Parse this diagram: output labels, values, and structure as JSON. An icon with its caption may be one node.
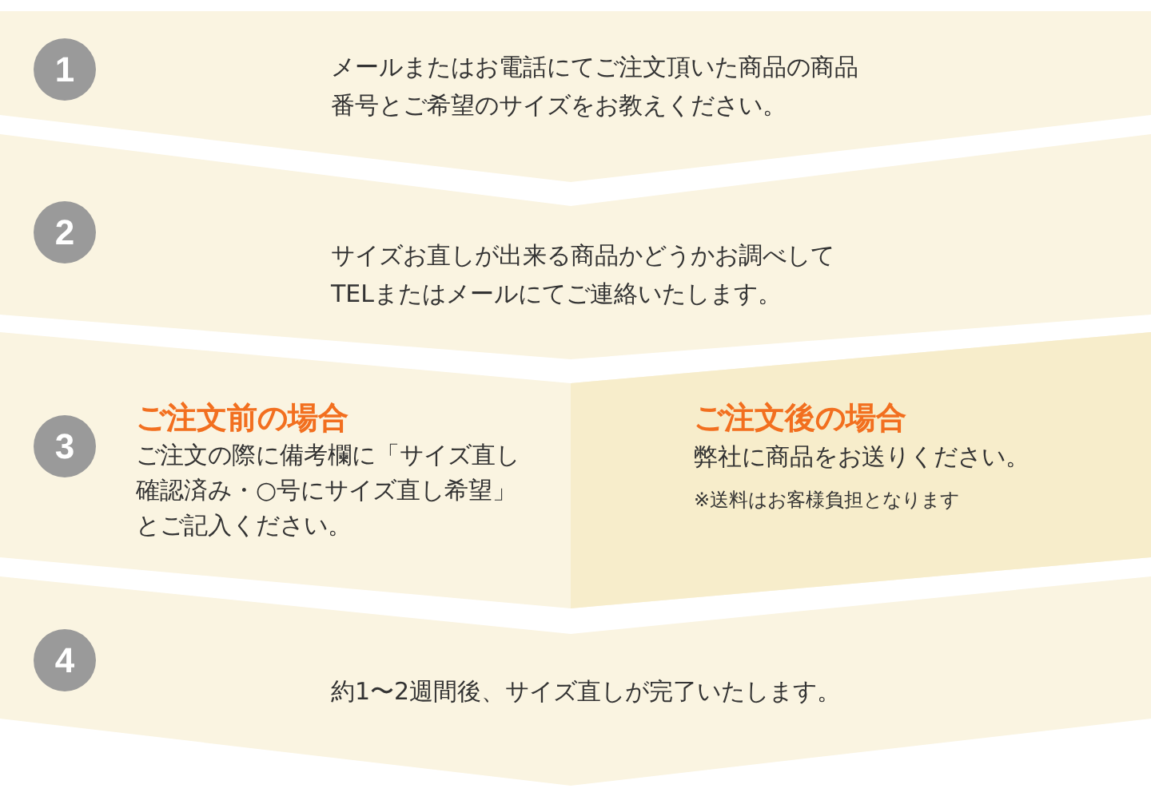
{
  "diagram": {
    "nodes": [
      {
        "text": [
          "メールまたはお電話にてご注文頂いた商品の商品番号とご希望のサイズをお教えください。"
        ]
      },
      {
        "text": [
          "1"
        ],
        "in": 0
      },
      {
        "text": [
          "サイズお直しが出来る商品かどうかお調べしてTELまたはメールにてご連絡いたします。"
        ]
      },
      {
        "text": [
          "2"
        ],
        "in": 2
      },
      {
        "text": [
          "ご注文前の場合",
          "ご注文の際に備考欄に「サイズ直し確認済み・○号にサイズ直し希望」とご記入ください。"
        ]
      },
      {
        "text": [
          "3"
        ],
        "in": 4
      },
      {
        "text": [
          "ご注文後の場合",
          "弊社に商品をお送りください。",
          "※送料はお客様負担となります"
        ],
        "in": 4
      },
      {
        "text": [
          "約1〜2週間後、サイズ直しが完了いたします。"
        ]
      },
      {
        "text": [
          "4"
        ],
        "in": 7
      }
    ]
  }
}
